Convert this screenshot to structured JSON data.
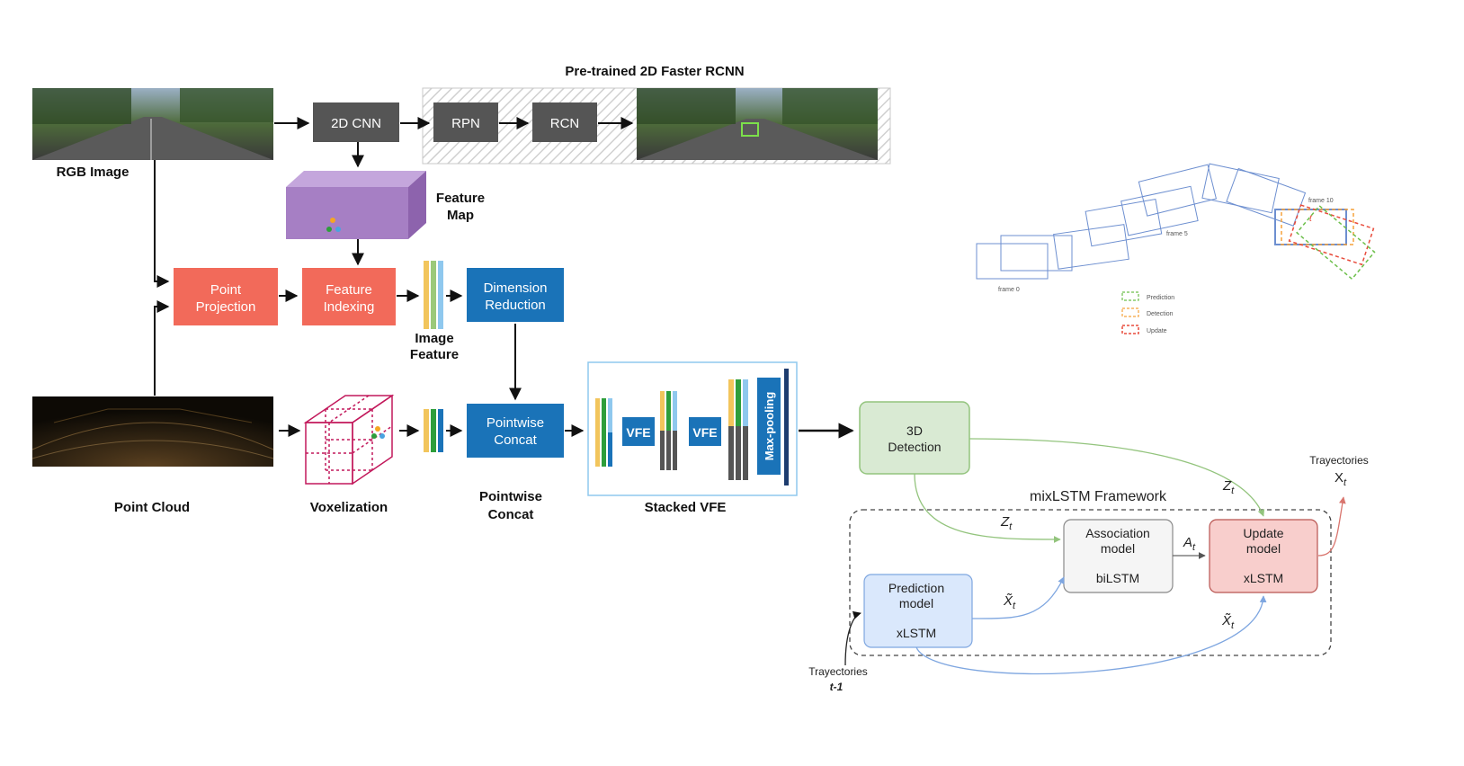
{
  "top_pipeline": {
    "title": "Pre-trained 2D Faster RCNN",
    "rgb_label": "RGB Image",
    "cnn": "2D CNN",
    "rpn": "RPN",
    "rcn": "RCN",
    "feature_map": [
      "Feature",
      "Map"
    ]
  },
  "fusion": {
    "point_projection": [
      "Point",
      "Projection"
    ],
    "feature_indexing": [
      "Feature",
      "Indexing"
    ],
    "image_feature": [
      "Image",
      "Feature"
    ],
    "dimension_reduction": [
      "Dimension",
      "Reduction"
    ],
    "pointwise_concat_box": [
      "Pointwise",
      "Concat"
    ],
    "pointwise_concat_label": [
      "Pointwise",
      "Concat"
    ]
  },
  "lidar": {
    "point_cloud": "Point Cloud",
    "voxelization": "Voxelization",
    "vfe": "VFE",
    "max_pooling": "Max-pooling",
    "stacked_vfe": "Stacked VFE"
  },
  "mixlstm": {
    "detection": [
      "3D",
      "Detection"
    ],
    "framework": "mixLSTM Framework",
    "association": [
      "Association",
      "model",
      "biLSTM"
    ],
    "prediction": [
      "Prediction",
      "model",
      "xLSTM"
    ],
    "update": [
      "Update",
      "model",
      "xLSTM"
    ],
    "traj_out": "Trayectories",
    "traj_out_sym": "X",
    "traj_out_sub": "t",
    "traj_in": "Trayectories",
    "traj_in_sub": "t-1",
    "z_sym": "Z",
    "z_sub": "t",
    "a_sym": "A",
    "a_sub": "t",
    "xhat_sym": "X̃",
    "xhat_sub": "t"
  },
  "tracking_inset": {
    "frame0": "frame 0",
    "frame5": "frame 5",
    "frame10": "frame 10",
    "t_marker": "t",
    "legend": [
      "Prediction",
      "Detection",
      "Update"
    ]
  },
  "colors": {
    "dark_box": "#555555",
    "salmon": "#f26a5a",
    "blue": "#1a73b8",
    "purple": "#a67fc4",
    "green_box": "#d9ead3",
    "green_stroke": "#93c47d",
    "blue_box": "#dae8fc",
    "blue_stroke": "#7ea6e0",
    "gray_box": "#f5f5f5",
    "red_box": "#f8cecc",
    "red_stroke": "#b85450",
    "voxel": "#c2185b",
    "inset_blue": "#6d8fd0"
  }
}
